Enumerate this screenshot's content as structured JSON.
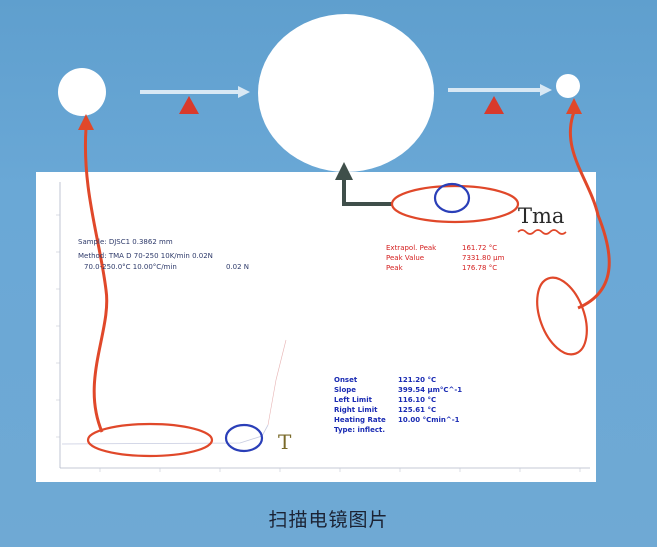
{
  "sample": {
    "line1": "Sample: DJSC1  0.3862 mm",
    "line2": "Method: TMA D 70-250 10K/min 0.02N",
    "line3": "70.0-250.0°C  10.00°C/min",
    "line4": "0.02 N"
  },
  "peak_info": {
    "labels": [
      "Extrapol. Peak",
      "Peak Value",
      "Peak"
    ],
    "values": [
      "161.72 °C",
      "7331.80 µm",
      "176.78 °C"
    ]
  },
  "onset_info": {
    "labels": [
      "Onset",
      "Slope",
      "Left Limit",
      "Right Limit",
      "Heating Rate",
      "Type: inflect."
    ],
    "values": [
      "121.20 °C",
      "399.54 µm°C^-1",
      "116.10 °C",
      "125.61 °C",
      "10.00 °Cmin^-1",
      ""
    ]
  },
  "marks": {
    "tma": "Tma",
    "t": "T"
  },
  "caption": "扫描电镜图片",
  "colors": {
    "background": "#6aa8d6",
    "annotation_red": "#e0482a",
    "annotation_blue": "#2a3fb8",
    "triangle": "#d93a2c",
    "dark_arrow": "#3f4f4a"
  }
}
